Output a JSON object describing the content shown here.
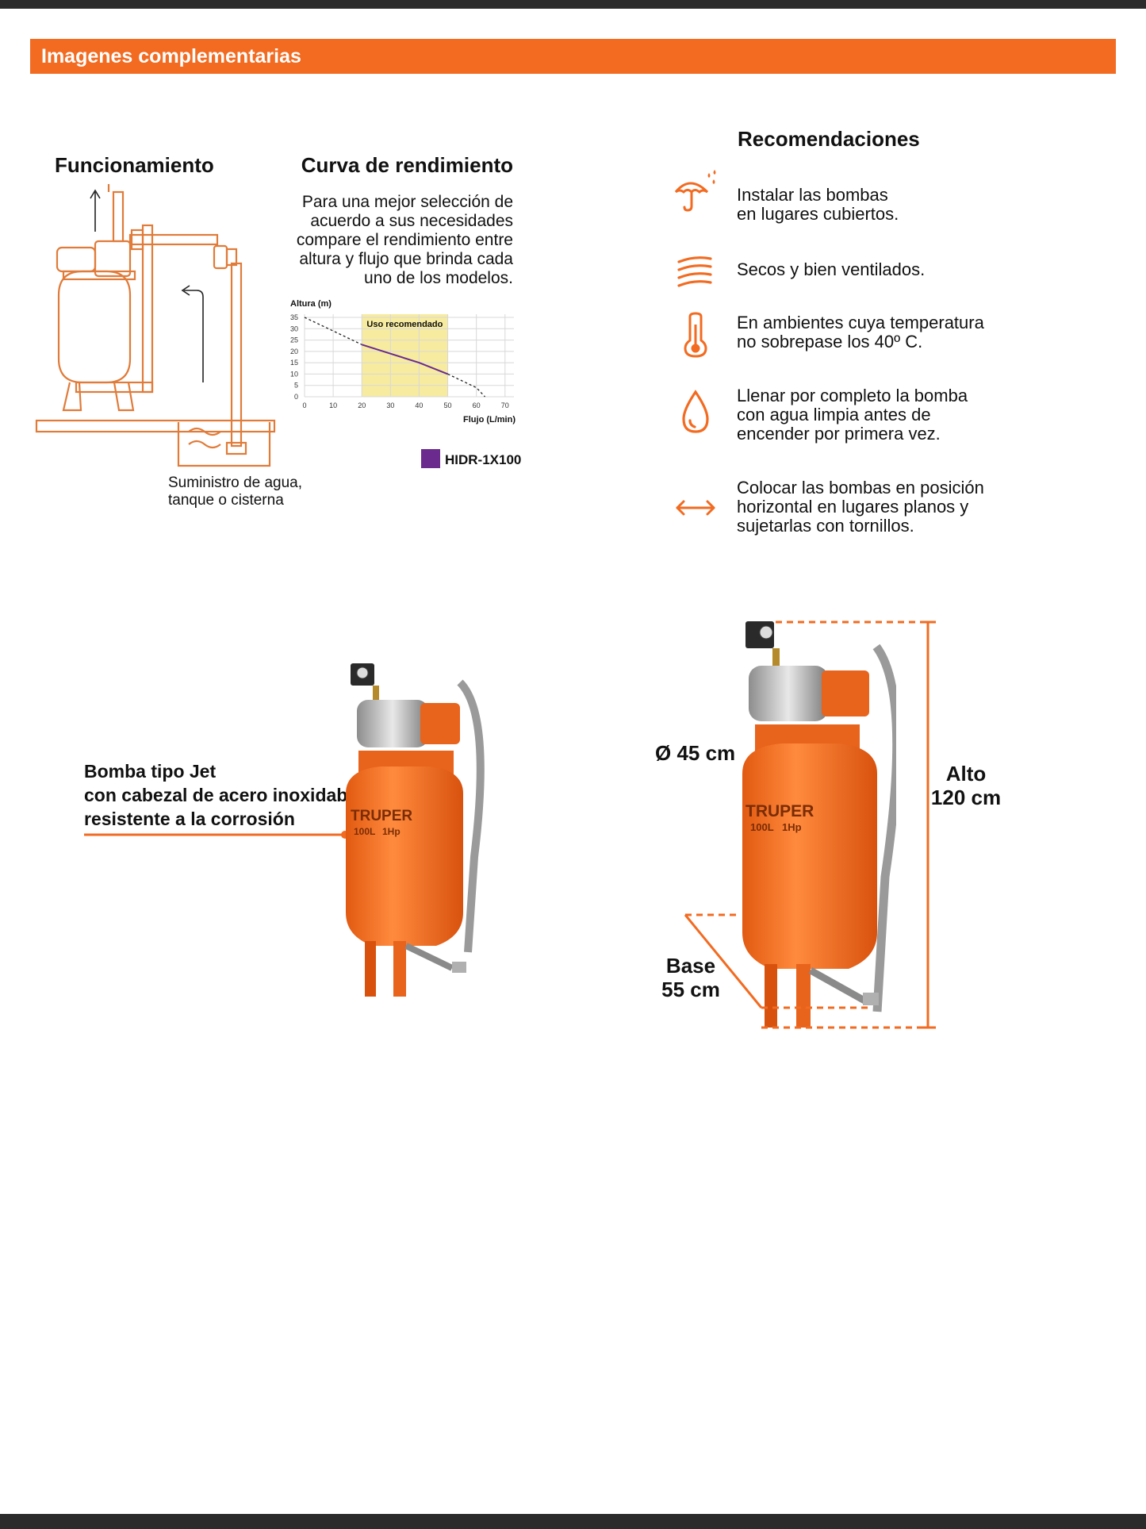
{
  "header": {
    "title": "Imagenes complementarias"
  },
  "funcionamiento": {
    "title": "Funcionamiento",
    "caption": "Suministro de agua,\ntanque o cisterna"
  },
  "curva": {
    "title": "Curva de rendimiento",
    "description": "Para una mejor selección de\nacuerdo a sus necesidades\ncompare el rendimiento entre\naltura y flujo que brinda cada\nuno de los modelos."
  },
  "chart_data": {
    "type": "line",
    "title": "",
    "xlabel": "Flujo (L/min)",
    "ylabel": "Altura (m)",
    "x_ticks": [
      0,
      10,
      20,
      30,
      40,
      50,
      60,
      70
    ],
    "y_ticks": [
      0,
      5,
      10,
      15,
      20,
      25,
      30,
      35
    ],
    "xlim": [
      0,
      72
    ],
    "ylim": [
      0,
      35
    ],
    "grid": true,
    "recommended_band": {
      "label": "Uso recomendado",
      "x_range": [
        20,
        50
      ],
      "color": "#f7eba0"
    },
    "series": [
      {
        "name": "HIDR-1X100",
        "color": "#6a2a8e",
        "x": [
          0,
          10,
          20,
          30,
          40,
          50,
          60,
          63
        ],
        "y": [
          35,
          29,
          23,
          19,
          15,
          10,
          4,
          0
        ]
      }
    ],
    "legend": "bottom-right"
  },
  "recomendaciones": {
    "title": "Recomendaciones",
    "items": [
      {
        "icon": "umbrella-rain-icon",
        "text": "Instalar las bombas\nen lugares cubiertos."
      },
      {
        "icon": "air-flow-icon",
        "text": "Secos y bien ventilados."
      },
      {
        "icon": "thermometer-icon",
        "text": "En ambientes cuya temperatura\nno sobrepase los 40º C."
      },
      {
        "icon": "water-drop-icon",
        "text": "Llenar por completo la bomba\ncon agua limpia antes de\nencender por primera vez."
      },
      {
        "icon": "horizontal-arrows-icon",
        "text": "Colocar las bombas en posición\nhorizontal en lugares planos y\nsujetarlas con tornillos."
      }
    ]
  },
  "product": {
    "callout": "Bomba tipo Jet\ncon cabezal de acero inoxidable,\nresistente a la corrosión",
    "brand": "TRUPER",
    "tank_label": "100L",
    "hp_label": "1Hp"
  },
  "dimensions": {
    "diameter": "Ø 45 cm",
    "height": "Alto\n120 cm",
    "base": "Base\n55 cm"
  },
  "colors": {
    "accent": "#f26b21",
    "dark_bar": "#2b2b2b",
    "series": "#6a2a8e",
    "band": "#f7eba0"
  }
}
